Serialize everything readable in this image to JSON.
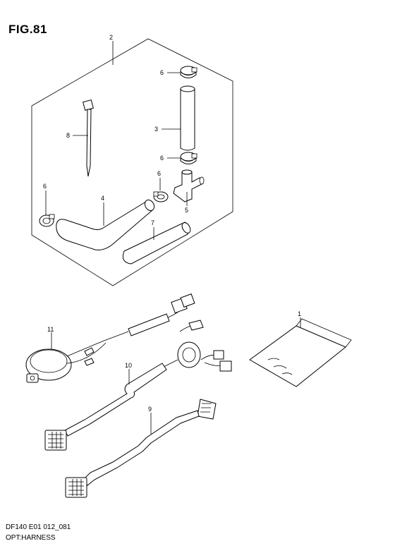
{
  "figure": {
    "title": "FIG.81",
    "code": "DF140 E01 012_081",
    "description": "OPT:HARNESS"
  },
  "callouts": [
    {
      "id": "c2a",
      "text": "2"
    },
    {
      "id": "c6a",
      "text": "6"
    },
    {
      "id": "c3",
      "text": "3"
    },
    {
      "id": "c8",
      "text": "8"
    },
    {
      "id": "c6b",
      "text": "6"
    },
    {
      "id": "c6c",
      "text": "6"
    },
    {
      "id": "c6d",
      "text": "6"
    },
    {
      "id": "c5",
      "text": "5"
    },
    {
      "id": "c4",
      "text": "4"
    },
    {
      "id": "c7",
      "text": "7"
    },
    {
      "id": "c1",
      "text": "1"
    },
    {
      "id": "c11",
      "text": "11"
    },
    {
      "id": "c10",
      "text": "10"
    },
    {
      "id": "c9",
      "text": "9"
    }
  ]
}
